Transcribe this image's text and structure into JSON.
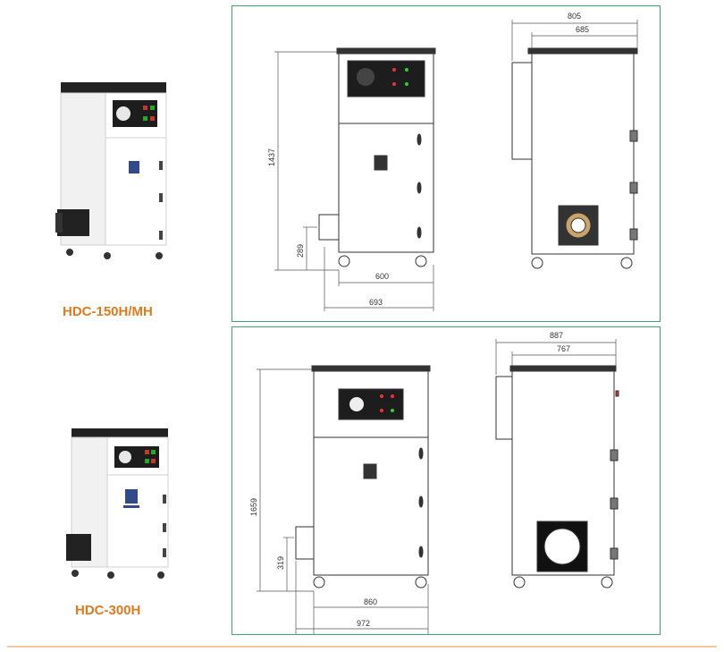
{
  "products": [
    {
      "model": "HDC-150H/MH",
      "dimensions": {
        "front_height": "1437",
        "inlet_height": "289",
        "front_width_inner": "600",
        "front_width_total": "693",
        "side_depth_total": "805",
        "side_depth_inner": "685"
      }
    },
    {
      "model": "HDC-300H",
      "dimensions": {
        "front_height": "1659",
        "inlet_height": "319",
        "front_width_inner": "860",
        "front_width_total": "972",
        "side_depth_total": "887",
        "side_depth_inner": "767"
      }
    }
  ],
  "colors": {
    "panel_border": "#3fa36b",
    "label_orange": "#e07a1e",
    "divider": "#f3c9a0"
  }
}
